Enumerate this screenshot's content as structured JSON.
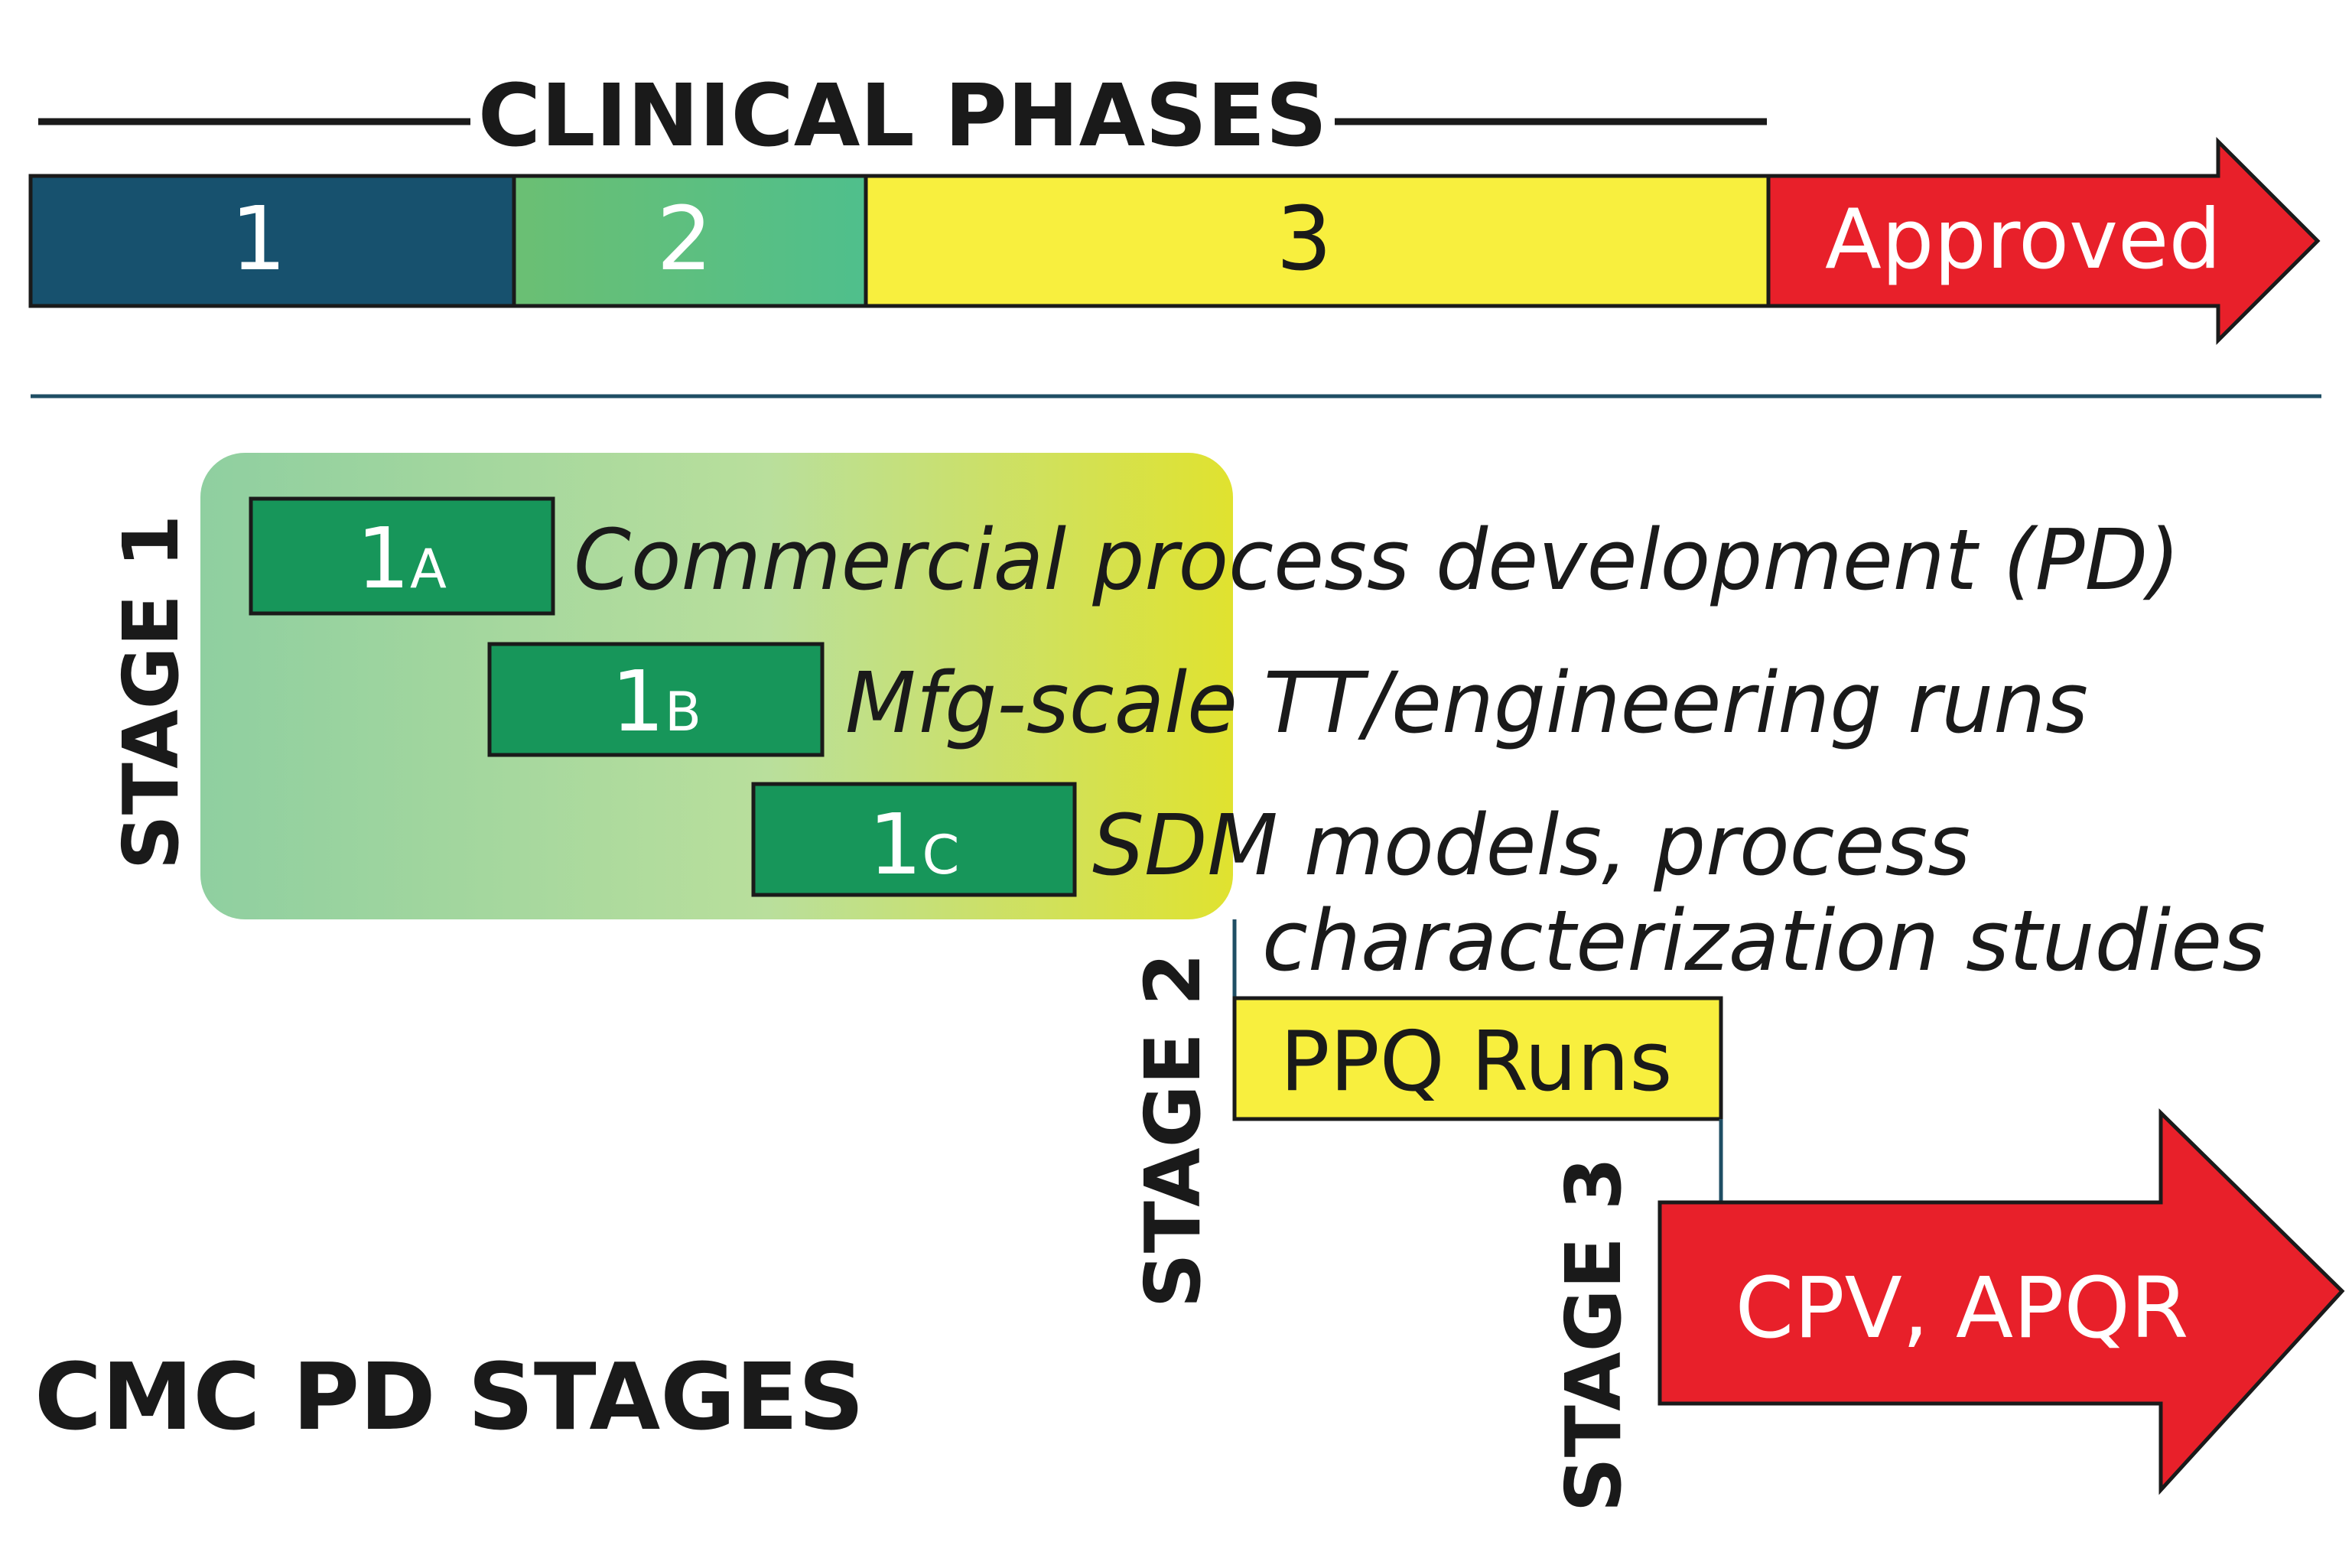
{
  "clinical": {
    "title": "CLINICAL PHASES",
    "phase1": "1",
    "phase2": "2",
    "phase3": "3",
    "approved": "Approved"
  },
  "stages": {
    "heading": "CMC PD STAGES",
    "stage1": "STAGE 1",
    "stage2": "STAGE 2",
    "stage3": "STAGE 3",
    "s1a_num": "1",
    "s1a_sub": "A",
    "s1a_desc": "Commercial process development (PD)",
    "s1b_num": "1",
    "s1b_sub": "B",
    "s1b_desc": "Mfg-scale TT/engineering runs",
    "s1c_num": "1",
    "s1c_sub": "C",
    "s1c_desc_line1": "SDM models, process",
    "s1c_desc_line2": "characterization studies",
    "ppq": "PPQ Runs",
    "cpv": "CPV, APQR"
  },
  "colors": {
    "phase1": "#17516e",
    "phase2_start": "#6bbf73",
    "phase2_end": "#4fbf8c",
    "phase3": "#f8ef3e",
    "approved": "#e8202a",
    "stage_box": "#17965a",
    "ppq": "#f8ef3e",
    "cpv": "#e8202a",
    "stage1_bg_start": "#8fcfa0",
    "stage1_bg_end": "#e0e22f",
    "divider": "#1f4e64"
  }
}
